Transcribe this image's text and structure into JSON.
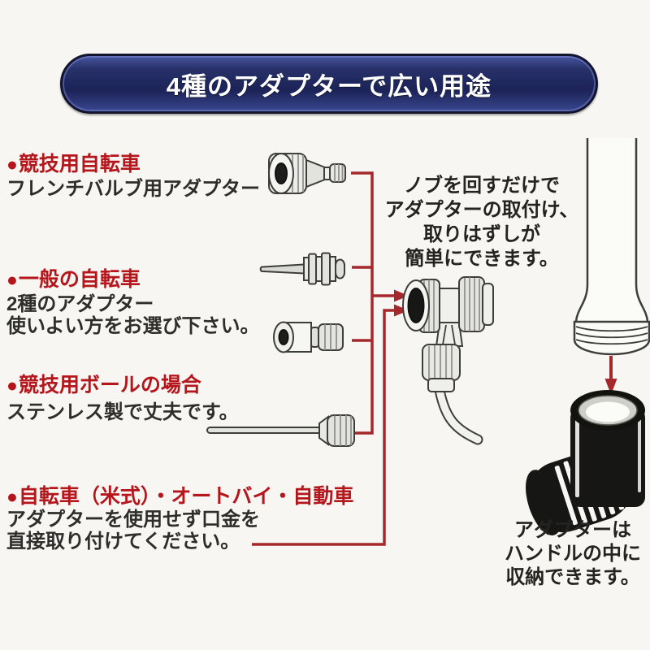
{
  "colors": {
    "bg": "#f7f6f2",
    "banner_bg": "#1f2860",
    "banner_text": "#ffffff",
    "heading_red": "#b5161c",
    "line_red": "#a5292c",
    "text_dark": "#2d2d2b"
  },
  "banner": {
    "title": "4種のアダプターで広い用途"
  },
  "sections": [
    {
      "bullet": "●",
      "heading": "競技用自転車",
      "lines": [
        "フレンチバルブ用アダプター"
      ]
    },
    {
      "bullet": "●",
      "heading": "一般の自転車",
      "lines": [
        "2種のアダプター",
        "使いよい方をお選び下さい。"
      ]
    },
    {
      "bullet": "●",
      "heading": "競技用ボールの場合",
      "lines": [
        "ステンレス製で丈夫です。"
      ]
    },
    {
      "bullet": "●",
      "heading": "自転車（米式）・オートバイ・自動車",
      "lines": [
        "アダプターを使用せず口金を",
        "直接取り付けてください。"
      ]
    }
  ],
  "knob_note": {
    "lines": [
      "ノブを回すだけで",
      "アダプターの取付け、",
      "取りはずしが",
      "簡単にできます。"
    ]
  },
  "storage_note": {
    "lines": [
      "アダプターは",
      "ハンドルの中に",
      "収納できます。"
    ]
  }
}
